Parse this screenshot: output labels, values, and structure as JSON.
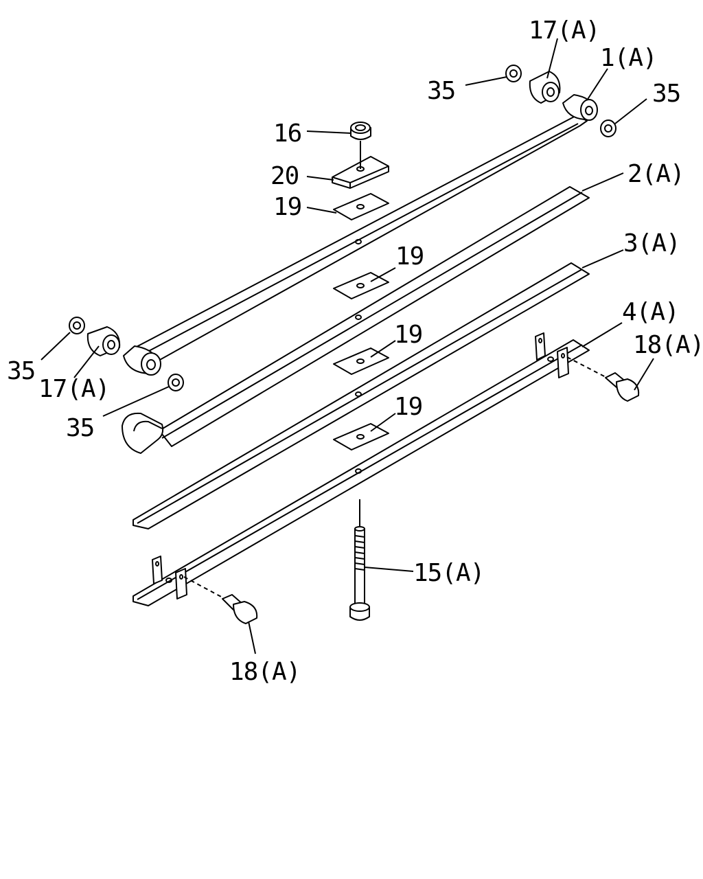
{
  "callouts": {
    "c17a_top": "17(A)",
    "c1a": "1(A)",
    "c35_topleft": "35",
    "c35_topright": "35",
    "c16": "16",
    "c20": "20",
    "c19_top": "19",
    "c2a": "2(A)",
    "c19_b": "19",
    "c3a": "3(A)",
    "c19_c": "19",
    "c4a": "4(A)",
    "c18a_right": "18(A)",
    "c35_left": "35",
    "c17a_left": "17(A)",
    "c35_mid": "35",
    "c19_d": "19",
    "c15a": "15(A)",
    "c18a_bottom": "18(A)"
  }
}
